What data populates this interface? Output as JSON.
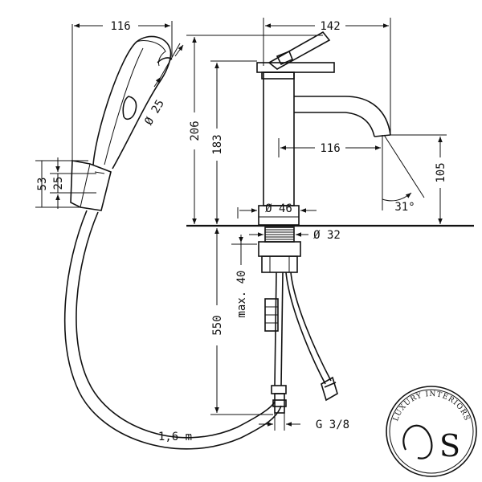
{
  "dimensions": {
    "d116_top": "116",
    "d142": "142",
    "d206": "206",
    "d183": "183",
    "dia25": "Ø 25",
    "d53": "53",
    "d25": "25",
    "d116_mid": "116",
    "d105": "105",
    "angle31": "31°",
    "dia46": "Ø 46",
    "dia32": "Ø 32",
    "max40": "max. 40",
    "d550": "550",
    "hose_length": "1,6 m",
    "g38": "G 3/8"
  },
  "logo": {
    "text": "LUXURY INTERIORS",
    "mark": "S"
  }
}
